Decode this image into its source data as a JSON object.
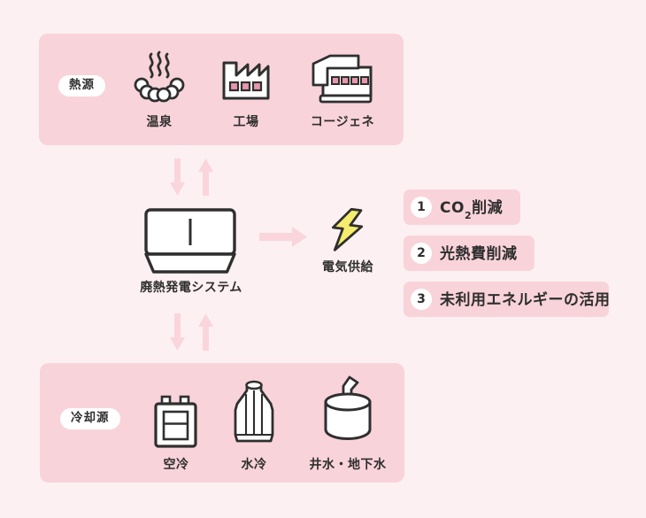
{
  "heat_panel": {
    "label": "熱源",
    "items": [
      {
        "icon": "hot-spring-icon",
        "label": "温泉"
      },
      {
        "icon": "factory-icon",
        "label": "工場"
      },
      {
        "icon": "cogeneration-icon",
        "label": "コージェネ"
      }
    ]
  },
  "system": {
    "label": "廃熱発電システム"
  },
  "electricity": {
    "label": "電気供給"
  },
  "benefits": [
    {
      "number": "1",
      "pre": "CO",
      "sub": "2",
      "post": "削減"
    },
    {
      "number": "2",
      "pre": "光熱費削減",
      "sub": "",
      "post": ""
    },
    {
      "number": "3",
      "pre": "未利用エネルギーの活用",
      "sub": "",
      "post": ""
    }
  ],
  "cooling_panel": {
    "label": "冷却源",
    "items": [
      {
        "icon": "air-cooling-icon",
        "label": "空冷"
      },
      {
        "icon": "water-cooling-icon",
        "label": "水冷"
      },
      {
        "icon": "well-water-icon",
        "label": "井水・地下水"
      }
    ]
  },
  "colors": {
    "background": "#FDF0F2",
    "panel_pink": "#F9D3DA",
    "arrow_pink": "#FAD5DC",
    "icon_outline": "#2F2F2F",
    "window_pink": "#E896AD",
    "lightning_yellow": "#F6EC6D",
    "text": "#2E2E2E",
    "white": "#FFFFFF"
  }
}
